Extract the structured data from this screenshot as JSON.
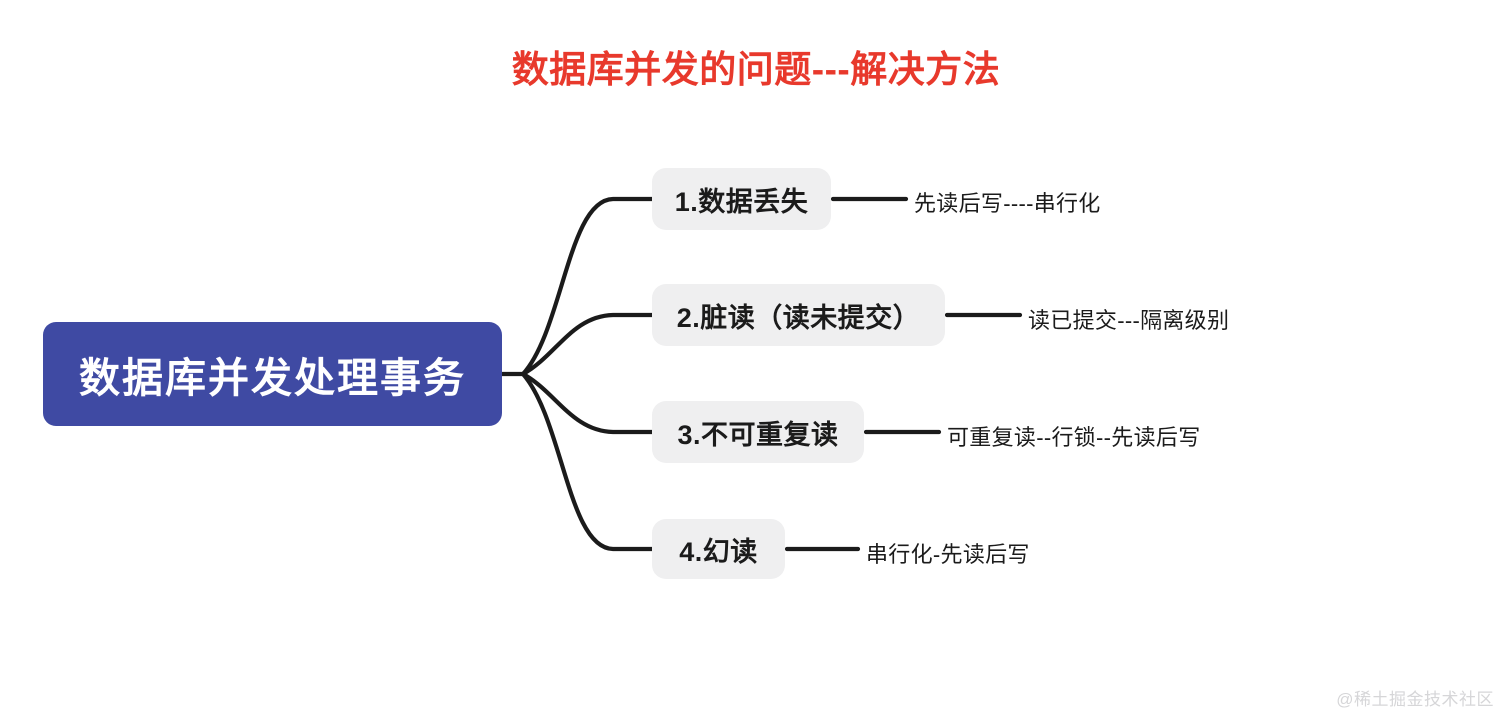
{
  "diagram": {
    "title": "数据库并发的问题---解决方法",
    "title_color": "#e8392c",
    "background_color": "#ffffff",
    "root": {
      "label": "数据库并发处理事务",
      "fill_color": "#3f4aa3",
      "text_color": "#ffffff"
    },
    "connector_color": "#1b1b1b",
    "branch_fill_color": "#efeff0",
    "branch_text_color": "#1b1b1b",
    "branches": [
      {
        "label": "1.数据丢失",
        "solution": "先读后写----串行化"
      },
      {
        "label": "2.脏读（读未提交）",
        "solution": "读已提交---隔离级别"
      },
      {
        "label": "3.不可重复读",
        "solution": "可重复读--行锁--先读后写"
      },
      {
        "label": "4.幻读",
        "solution": "串行化-先读后写"
      }
    ]
  },
  "watermark": {
    "text": "@稀土掘金技术社区"
  }
}
